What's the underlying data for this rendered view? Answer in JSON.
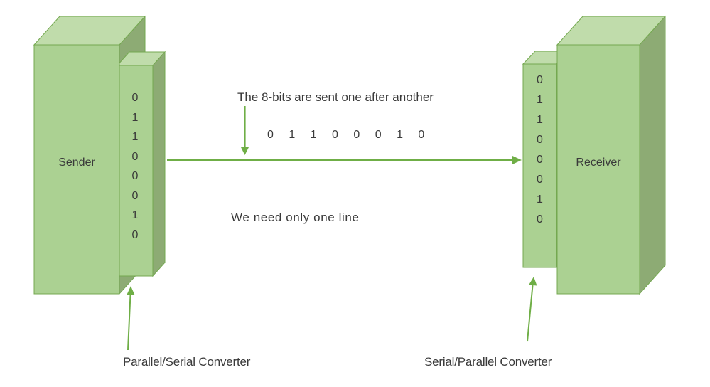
{
  "diagram": {
    "sender": {
      "label": "Sender",
      "bits": [
        "0",
        "1",
        "1",
        "0",
        "0",
        "0",
        "1",
        "0"
      ]
    },
    "receiver": {
      "label": "Receiver",
      "bits": [
        "0",
        "1",
        "1",
        "0",
        "0",
        "0",
        "1",
        "0"
      ]
    },
    "flow": {
      "top_caption": "The 8-bits are sent one after another",
      "serial_bits": "0 1 1 0 0 0 1 0",
      "bottom_caption": "We need only one line"
    },
    "converters": {
      "left_label": "Parallel/Serial Converter",
      "right_label": "Serial/Parallel Converter"
    },
    "colors": {
      "box_front": "#abd192",
      "box_top": "#c0dcab",
      "box_side": "#8dab74",
      "box_outline": "#74a850",
      "arrow": "#6fae46",
      "text": "#3a3a3a"
    }
  }
}
